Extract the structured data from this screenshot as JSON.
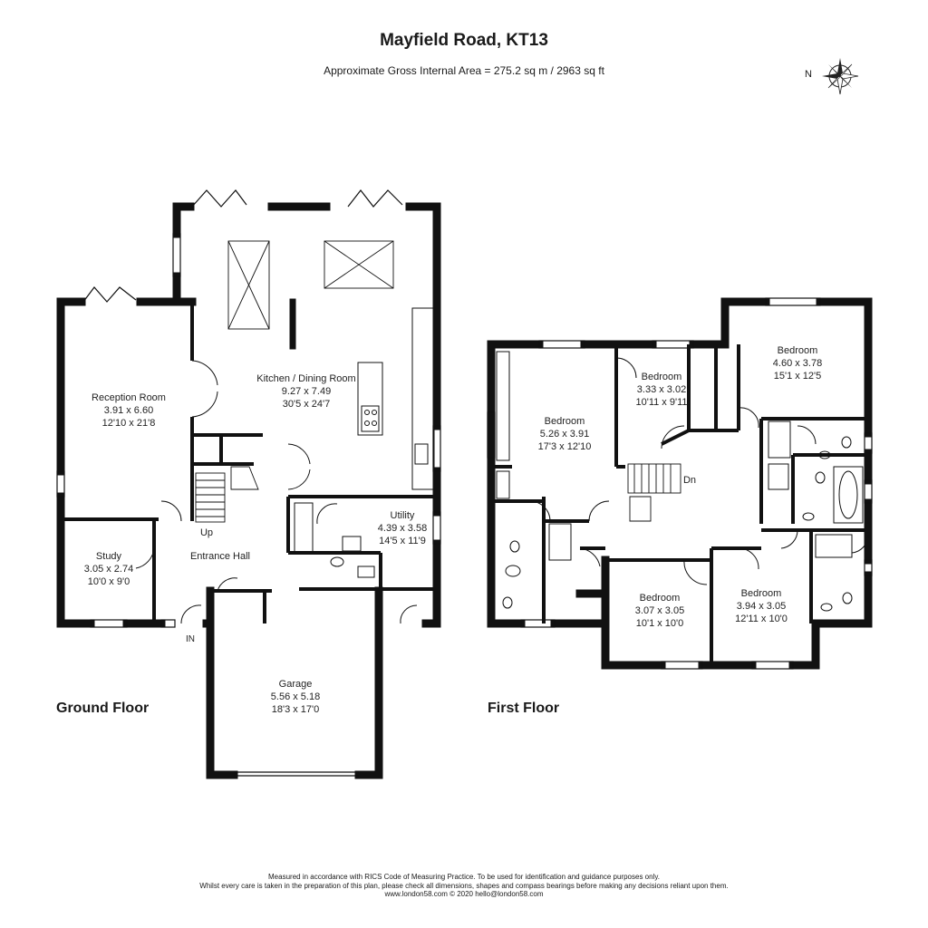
{
  "header": {
    "title": "Mayfield Road, KT13",
    "subtitle": "Approximate Gross Internal Area = 275.2 sq m / 2963 sq ft",
    "compass_label": "N",
    "compass_icon": "compass-rose-icon"
  },
  "floors": {
    "ground": "Ground Floor",
    "first": "First Floor"
  },
  "ground_rooms": {
    "kitchen": {
      "name": "Kitchen / Dining Room",
      "metric": "9.27 x 7.49",
      "imperial": "30'5 x 24'7"
    },
    "reception": {
      "name": "Reception Room",
      "metric": "3.91 x 6.60",
      "imperial": "12'10 x 21'8"
    },
    "utility": {
      "name": "Utility",
      "metric": "4.39 x 3.58",
      "imperial": "14'5 x 11'9"
    },
    "study": {
      "name": "Study",
      "metric": "3.05 x 2.74",
      "imperial": "10'0 x 9'0"
    },
    "hall": {
      "name": "Entrance Hall"
    },
    "garage": {
      "name": "Garage",
      "metric": "5.56 x 5.18",
      "imperial": "18'3 x 17'0"
    },
    "up": "Up",
    "in": "IN"
  },
  "first_rooms": {
    "bed1": {
      "name": "Bedroom",
      "metric": "5.26 x 3.91",
      "imperial": "17'3 x 12'10"
    },
    "bed2": {
      "name": "Bedroom",
      "metric": "3.33 x 3.02",
      "imperial": "10'11 x 9'11"
    },
    "bed3": {
      "name": "Bedroom",
      "metric": "4.60 x 3.78",
      "imperial": "15'1 x 12'5"
    },
    "bed4": {
      "name": "Bedroom",
      "metric": "3.07 x 3.05",
      "imperial": "10'1 x 10'0"
    },
    "bed5": {
      "name": "Bedroom",
      "metric": "3.94 x 3.05",
      "imperial": "12'11 x 10'0"
    },
    "dn": "Dn"
  },
  "footer": {
    "line1": "Measured in accordance with RICS Code of Measuring Practice. To be used for identification and guidance purposes only.",
    "line2": "Whilst every care is taken in the preparation of this plan, please check all dimensions, shapes and compass bearings before making any decisions reliant upon them.",
    "line3": "www.london58.com © 2020 hello@london58.com"
  }
}
